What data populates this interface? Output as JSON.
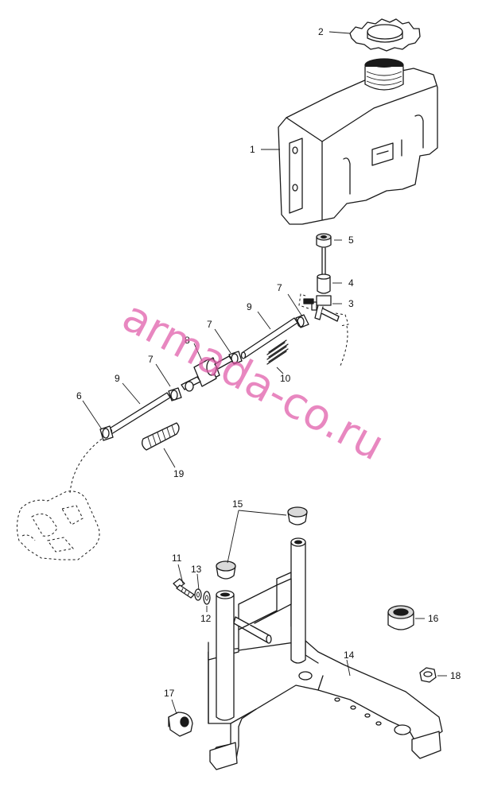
{
  "watermark": "armada-co.ru",
  "colors": {
    "line": "#1a1a1a",
    "watermark": "#e05aa8",
    "background": "#ffffff"
  },
  "callouts": {
    "c1": "1",
    "c2": "2",
    "c3": "3",
    "c4": "4",
    "c5": "5",
    "c6": "6",
    "c7a": "7",
    "c7b": "7",
    "c7c": "7",
    "c8": "8",
    "c9a": "9",
    "c9b": "9",
    "c10": "10",
    "c11": "11",
    "c12": "12",
    "c13": "13",
    "c14": "14",
    "c15": "15",
    "c16": "16",
    "c17": "17",
    "c18": "18",
    "c19": "19"
  }
}
